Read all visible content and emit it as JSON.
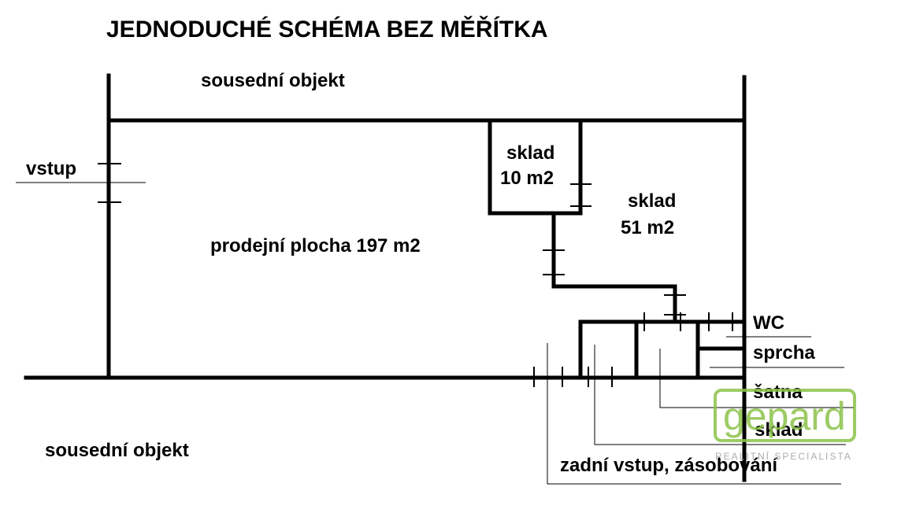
{
  "title": "JEDNODUCHÉ SCHÉMA BEZ MĚŘÍTKA",
  "labels": {
    "neighbor_top": "sousední objekt",
    "neighbor_bottom": "sousední objekt",
    "entrance": "vstup",
    "storage_small_name": "sklad",
    "storage_small_area": "10 m2",
    "storage_large_name": "sklad",
    "storage_large_area": "51 m2",
    "sales_area": "prodejní plocha 197 m2",
    "wc": "WC",
    "shower": "sprcha",
    "changing_room": "šatna",
    "storage_rear": "sklad",
    "rear_entrance": "zadní vstup, zásobování"
  },
  "logo": {
    "name": "gepard",
    "tagline": "REALITNÍ SPECIALISTA",
    "color": "#8bc34a"
  }
}
